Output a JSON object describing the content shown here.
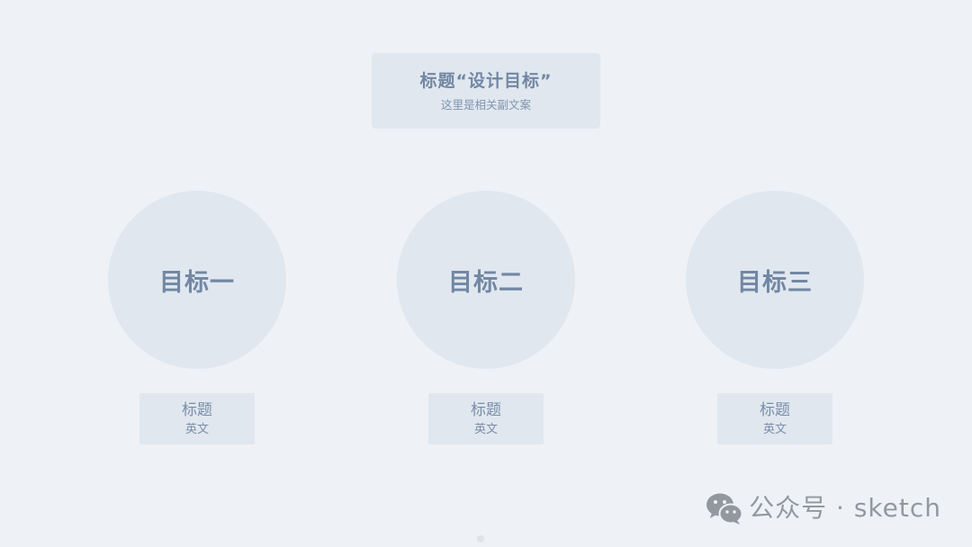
{
  "header": {
    "title": "标题“设计目标”",
    "subtitle": "这里是相关副文案"
  },
  "goals": [
    {
      "title": "目标一",
      "label_title": "标题",
      "label_sub": "英文"
    },
    {
      "title": "目标二",
      "label_title": "标题",
      "label_sub": "英文"
    },
    {
      "title": "目标三",
      "label_title": "标题",
      "label_sub": "英文"
    }
  ],
  "watermark": {
    "text": "公众号 · sketch",
    "icon": "wechat-icon"
  },
  "colors": {
    "background": "#eef2f6",
    "card": "#e0e7ef",
    "text": "#7287a3"
  }
}
